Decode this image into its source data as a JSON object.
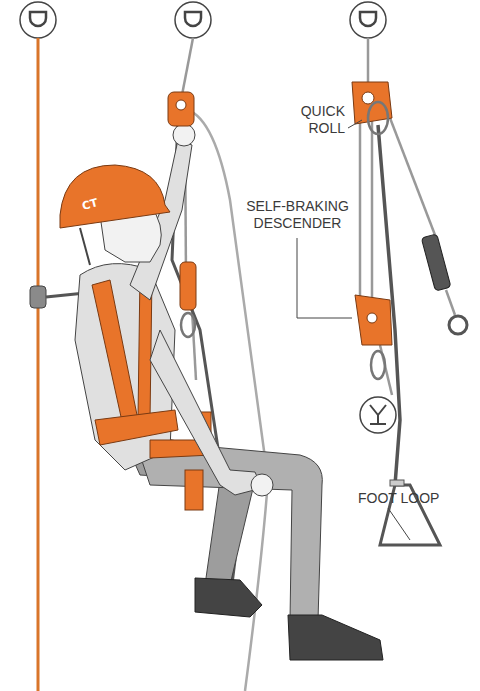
{
  "diagram": {
    "labels": [
      "QUICK ROLL",
      "SELF-BRAKING DESCENDER",
      "FOOT LOOP",
      "CT"
    ]
  }
}
